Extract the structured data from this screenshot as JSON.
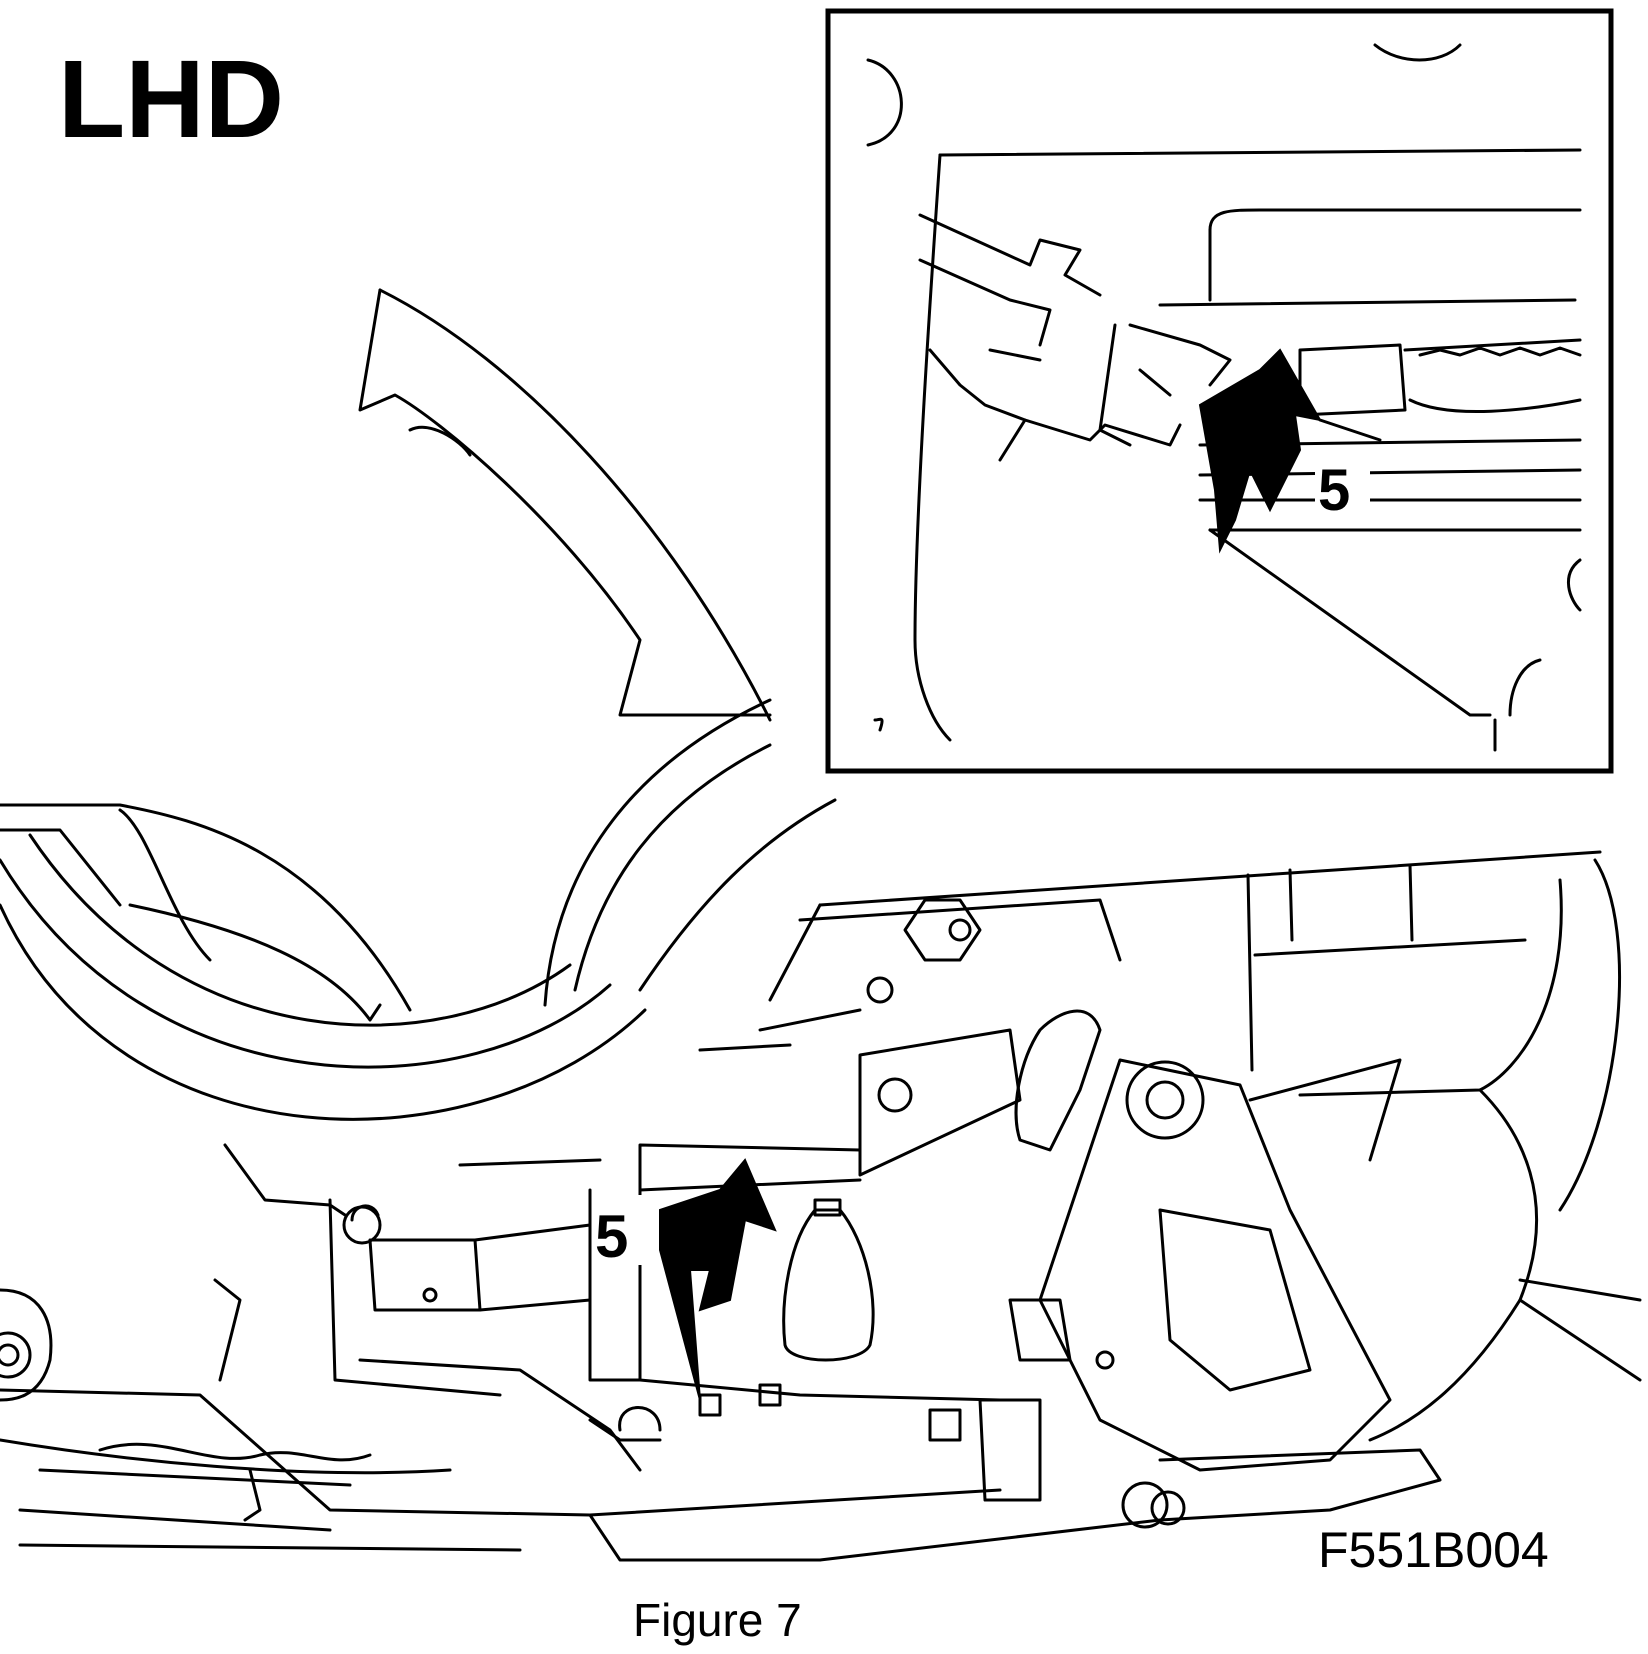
{
  "labels": {
    "variant": "LHD",
    "callout_main": "5",
    "callout_inset": "5",
    "figure_code": "F551B004",
    "caption": "Figure 7"
  },
  "colors": {
    "ink": "#000000",
    "paper": "#ffffff"
  }
}
